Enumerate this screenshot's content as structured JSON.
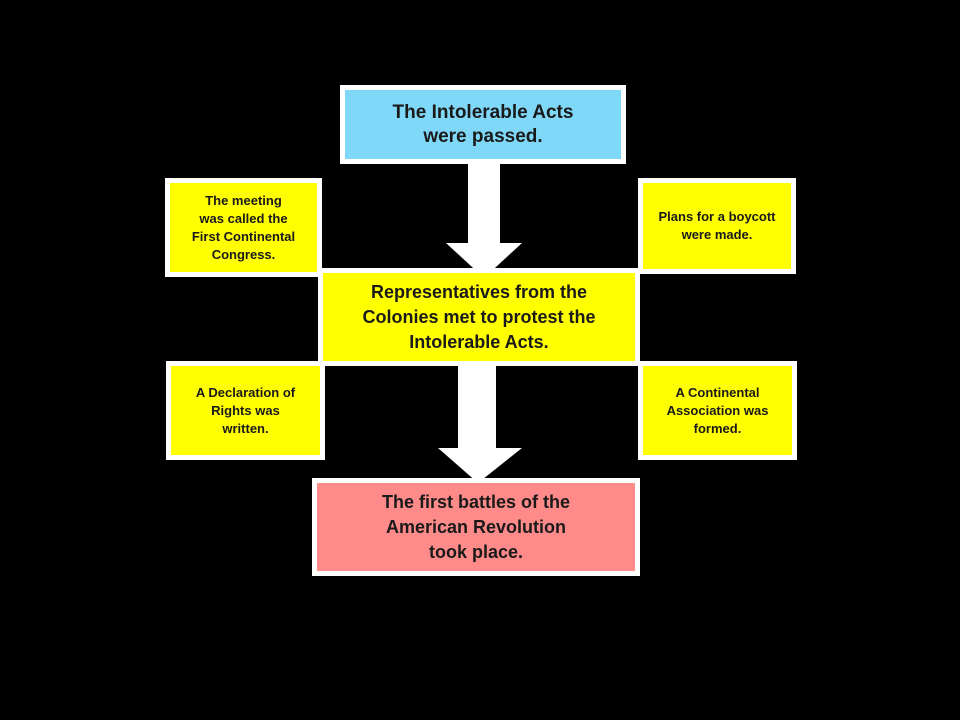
{
  "diagram": {
    "top_box": "The Intolerable Acts\nwere passed.",
    "middle_box": "Representatives from the\nColonies met to protest the\nIntolerable Acts.",
    "bottom_box": "The first battles of the\nAmerican Revolution\ntook place.",
    "side_top_left": "The meeting\nwas called the\nFirst Continental\nCongress.",
    "side_top_right": "Plans for a boycott\nwere made.",
    "side_bottom_left": "A Declaration of\nRights was\nwritten.",
    "side_bottom_right": "A Continental\nAssociation was\nformed."
  },
  "colors": {
    "background": "#000000",
    "top_fill": "#80d8f8",
    "middle_fill": "#ffff00",
    "bottom_fill": "#ff8a8a",
    "side_fill": "#ffff00",
    "border": "#ffffff",
    "arrow": "#ffffff"
  }
}
